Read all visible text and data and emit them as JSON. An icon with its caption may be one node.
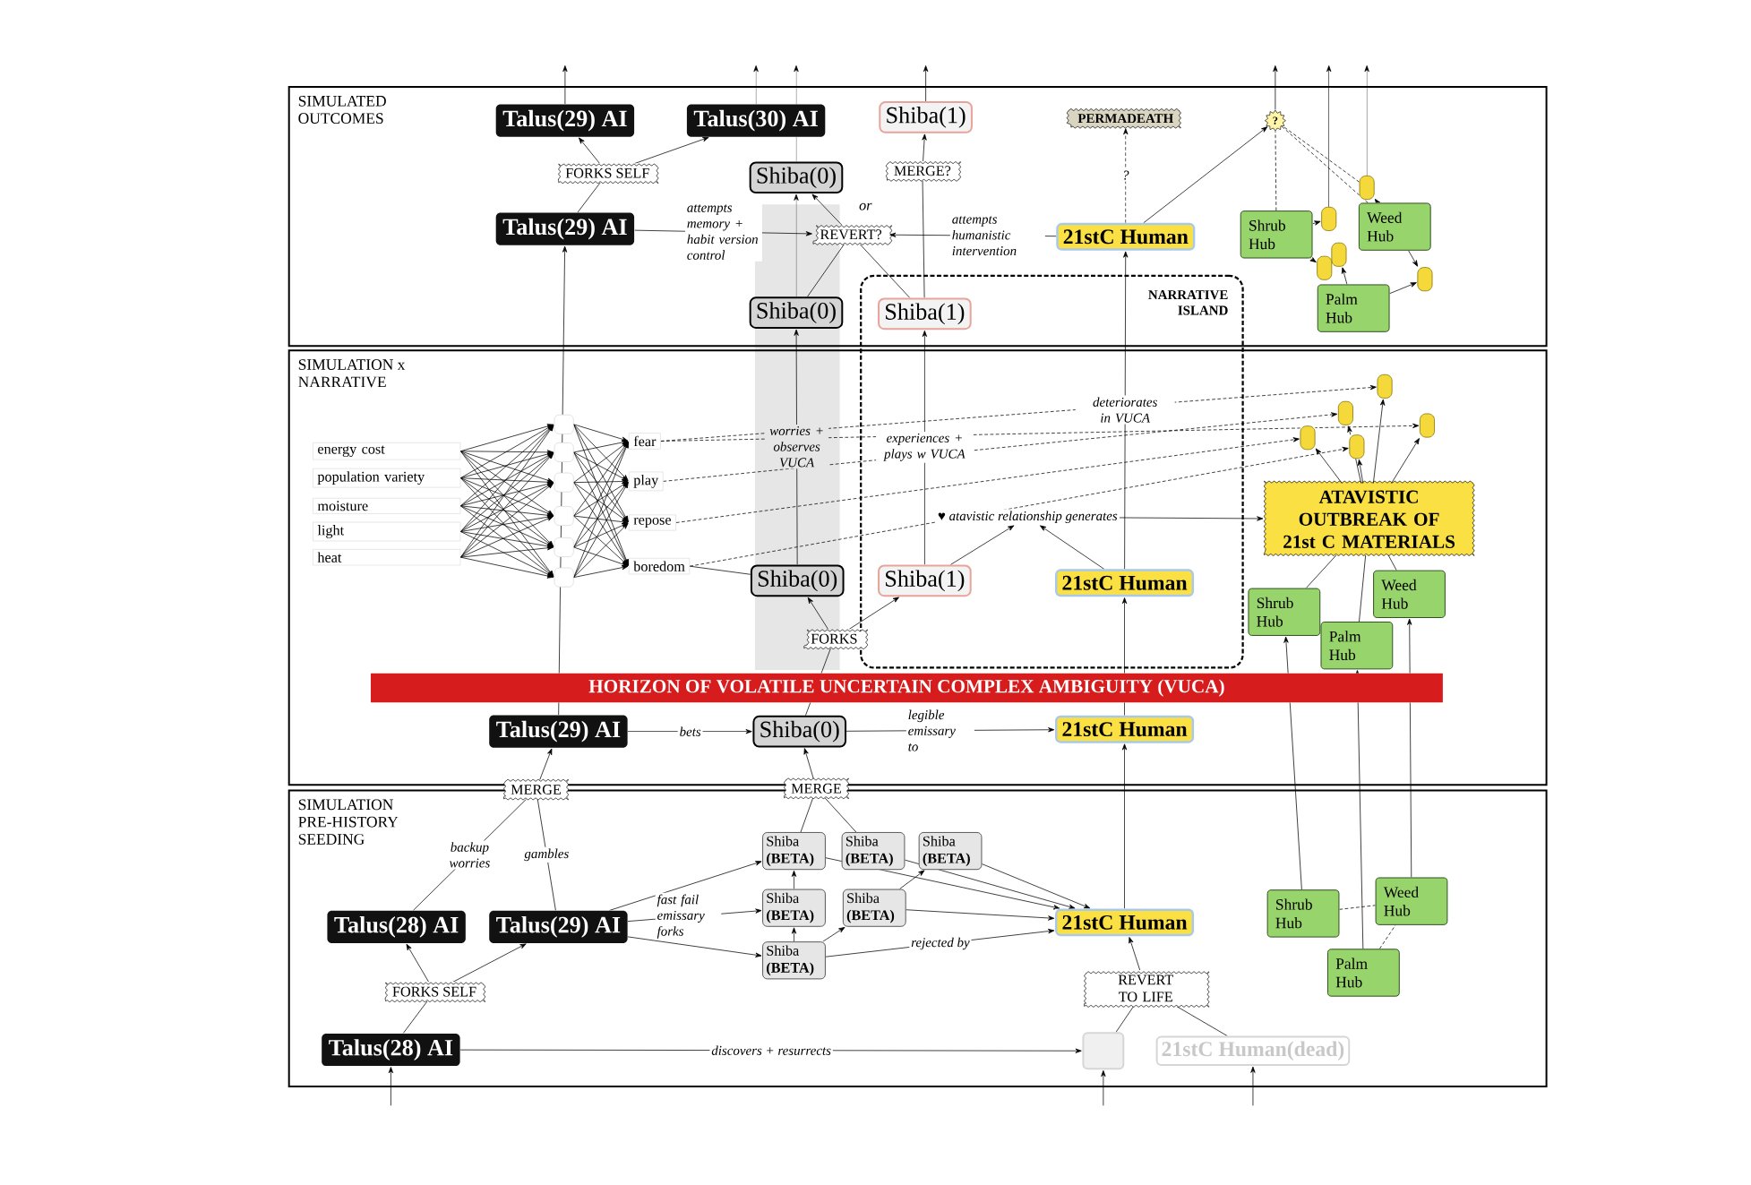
{
  "diagram": {
    "nodes": [
      {
        "text": [
          "SIMULATED OUTCOMES"
        ]
      },
      {
        "text": [
          "Talus(29) AI"
        ],
        "in": 0
      },
      {
        "text": [
          "Talus(30) AI"
        ],
        "in": 0
      },
      {
        "text": [
          "Shiba(1)"
        ],
        "in": 0
      },
      {
        "text": [
          "PERMADEATH"
        ],
        "in": 0
      },
      {
        "text": [
          "?"
        ],
        "in": 0
      },
      {
        "text": [
          "FORKS SELF"
        ],
        "in": 0
      },
      {
        "text": [
          "Shiba(0)"
        ],
        "in": 0
      },
      {
        "text": [
          "MERGE?"
        ],
        "in": 0
      },
      {
        "text": [
          "Talus(29) AI"
        ],
        "in": 0
      },
      {
        "text": [
          "REVERT?"
        ],
        "in": 0
      },
      {
        "text": [
          "21stC Human"
        ],
        "in": 0
      },
      {
        "text": [],
        "shape": "oval",
        "in": 0
      },
      {
        "text": [],
        "shape": "oval",
        "in": 0
      },
      {
        "text": [
          "Shrub Hub"
        ],
        "in": 0
      },
      {
        "text": [
          "Weed Hub"
        ],
        "in": 0
      },
      {
        "text": [],
        "shape": "oval",
        "in": 0
      },
      {
        "text": [],
        "shape": "oval",
        "in": 0
      },
      {
        "text": [],
        "shape": "oval",
        "in": 0
      },
      {
        "text": [
          "Palm Hub"
        ],
        "in": 0
      },
      {
        "text": [
          "Shiba(0)"
        ],
        "in": 0
      },
      {
        "text": [
          "NARRATIVE ISLAND"
        ]
      },
      {
        "text": [
          "Shiba(1)"
        ]
      },
      {
        "text": [
          "SIMULATION x NARRATIVE"
        ]
      },
      {
        "text": [],
        "shape": "oval",
        "in": 23
      },
      {
        "text": [],
        "shape": "oval",
        "in": 23
      },
      {
        "text": [],
        "shape": "oval",
        "in": 23
      },
      {
        "text": [],
        "shape": "oval",
        "in": 23
      },
      {
        "text": [],
        "shape": "oval",
        "in": 23
      },
      {
        "text": [],
        "shape": "box",
        "in": 23
      },
      {
        "text": [
          "energy cost"
        ],
        "in": 23
      },
      {
        "text": [
          "fear"
        ],
        "in": 23
      },
      {
        "text": [],
        "shape": "box",
        "in": 23
      },
      {
        "text": [
          "population variety"
        ],
        "in": 23
      },
      {
        "text": [
          "play"
        ],
        "in": 23
      },
      {
        "text": [],
        "shape": "box",
        "in": 23
      },
      {
        "text": [
          "moisture"
        ],
        "in": 23
      },
      {
        "text": [],
        "shape": "box",
        "in": 23
      },
      {
        "text": [
          "repose"
        ],
        "in": 23
      },
      {
        "text": [
          "light"
        ],
        "in": 23
      },
      {
        "text": [],
        "shape": "box",
        "in": 23
      },
      {
        "text": [
          "heat"
        ],
        "in": 23
      },
      {
        "text": [
          "boredom"
        ],
        "in": 23
      },
      {
        "text": [],
        "shape": "box",
        "in": 23
      },
      {
        "text": [
          "♥ atavistic relationship generates"
        ],
        "in": 21
      },
      {
        "text": [
          "ATAVISTIC OUTBREAK OF 21st C MATERIALS"
        ],
        "in": 23
      },
      {
        "text": [
          "Shiba(0)"
        ],
        "in": 23
      },
      {
        "text": [
          "Shiba(1)"
        ],
        "in": 21
      },
      {
        "text": [
          "21stC Human"
        ],
        "in": 21
      },
      {
        "text": [
          "Weed Hub"
        ],
        "in": 23
      },
      {
        "text": [
          "Shrub Hub"
        ],
        "in": 23
      },
      {
        "text": [
          "FORKS"
        ],
        "in": 23
      },
      {
        "text": [
          "Palm Hub"
        ],
        "in": 23
      },
      {
        "text": [
          "Talus(29) AI"
        ],
        "in": 23
      },
      {
        "text": [
          "Shiba(0)"
        ],
        "in": 23
      },
      {
        "text": [
          "21stC Human"
        ],
        "in": 23
      },
      {
        "text": [
          "MERGE"
        ]
      },
      {
        "text": [
          "MERGE"
        ]
      },
      {
        "text": [
          "SIMULATION PRE-HISTORY SEEDING"
        ]
      },
      {
        "text": [
          "Shiba **(BETA)**"
        ],
        "in": 58
      },
      {
        "text": [
          "Shiba **(BETA)**"
        ],
        "in": 58
      },
      {
        "text": [
          "Shiba **(BETA)**"
        ],
        "in": 58
      },
      {
        "text": [
          "Weed Hub"
        ],
        "in": 58
      },
      {
        "text": [
          "Shiba **(BETA)**"
        ],
        "in": 58
      },
      {
        "text": [
          "Shiba **(BETA)**"
        ],
        "in": 58
      },
      {
        "text": [
          "Shrub Hub"
        ],
        "in": 58
      },
      {
        "text": [
          "Talus(28) AI"
        ],
        "in": 58
      },
      {
        "text": [
          "Talus(29) AI"
        ],
        "in": 58
      },
      {
        "text": [
          "21stC Human"
        ],
        "in": 58
      },
      {
        "text": [
          "Shiba **(BETA)**"
        ],
        "in": 58
      },
      {
        "text": [
          "Palm Hub"
        ],
        "in": 58
      },
      {
        "text": [
          "REVERT TO LIFE"
        ],
        "in": 58
      },
      {
        "text": [
          "FORKS SELF"
        ],
        "in": 58
      },
      {
        "text": [
          "Talus(28) AI"
        ],
        "in": 58
      },
      {
        "text": [],
        "shape": "box",
        "in": 58
      },
      {
        "text": [
          "21stC Human(dead)"
        ],
        "in": 58
      }
    ],
    "edges": [
      {
        "from": 1,
        "to": null,
        "arrow": "to"
      },
      {
        "from": 2,
        "to": null,
        "arrow": "to"
      },
      {
        "from": 7,
        "to": null,
        "arrow": "to"
      },
      {
        "from": 3,
        "to": null,
        "arrow": "to"
      },
      {
        "from": 5,
        "to": null,
        "arrow": "to"
      },
      {
        "from": 13,
        "to": null,
        "arrow": "to"
      },
      {
        "from": 12,
        "to": null,
        "arrow": "to"
      },
      {
        "from": 9,
        "to": 6,
        "arrow": "none"
      },
      {
        "from": 6,
        "to": 1,
        "arrow": "to"
      },
      {
        "from": 6,
        "to": 2,
        "arrow": "to"
      },
      {
        "from": 9,
        "to": 10,
        "arrow": "to",
        "label": "attempts memory + habit version control"
      },
      {
        "from": 11,
        "to": 10,
        "arrow": "to",
        "label": "attempts humanistic intervention"
      },
      {
        "from": 10,
        "to": 7,
        "arrow": "to"
      },
      {
        "from": 20,
        "to": 10,
        "arrow": "none"
      },
      {
        "from": 22,
        "to": 10,
        "arrow": "none"
      },
      {
        "from": 20,
        "to": 7,
        "arrow": "to"
      },
      {
        "from": 22,
        "to": 8,
        "arrow": "none"
      },
      {
        "from": 8,
        "to": 3,
        "arrow": "to"
      },
      {
        "from": 11,
        "to": 4,
        "arrow": "to",
        "label": "?",
        "style": "dashed"
      },
      {
        "from": 11,
        "to": 5,
        "arrow": "to"
      },
      {
        "from": 12,
        "to": 5,
        "arrow": "none",
        "style": "dashed"
      },
      {
        "from": 14,
        "to": 5,
        "arrow": "none",
        "style": "dashed"
      },
      {
        "from": 15,
        "to": 5,
        "arrow": "none",
        "style": "dashed"
      },
      {
        "from": 14,
        "to": 13,
        "arrow": "to"
      },
      {
        "from": 14,
        "to": 17,
        "arrow": "to"
      },
      {
        "from": 15,
        "to": 12,
        "arrow": "to"
      },
      {
        "from": 15,
        "to": 18,
        "arrow": "to"
      },
      {
        "from": 19,
        "to": 16,
        "arrow": "to"
      },
      {
        "from": 19,
        "to": 18,
        "arrow": "to"
      },
      {
        "from": 53,
        "to": 9,
        "arrow": "to"
      },
      {
        "from": 46,
        "to": 20,
        "arrow": "to",
        "label": "worries + observes VUCA"
      },
      {
        "from": 47,
        "to": 22,
        "arrow": "to",
        "label": "experiences + plays w VUCA"
      },
      {
        "from": 48,
        "to": 11,
        "arrow": "to",
        "label": "deteriorates in VUCA"
      },
      {
        "from": 47,
        "to": 44,
        "arrow": "to"
      },
      {
        "from": 48,
        "to": 44,
        "arrow": "to"
      },
      {
        "from": 44,
        "to": 45,
        "arrow": "to"
      },
      {
        "from": 45,
        "to": 24,
        "arrow": "to"
      },
      {
        "from": 45,
        "to": 25,
        "arrow": "to"
      },
      {
        "from": 45,
        "to": 26,
        "arrow": "to"
      },
      {
        "from": 45,
        "to": 27,
        "arrow": "to"
      },
      {
        "from": 45,
        "to": 28,
        "arrow": "to"
      },
      {
        "from": 50,
        "to": 45,
        "arrow": "none"
      },
      {
        "from": 49,
        "to": 45,
        "arrow": "none"
      },
      {
        "from": 52,
        "to": 45,
        "arrow": "none"
      },
      {
        "from": 31,
        "to": 24,
        "arrow": "to",
        "style": "dashed"
      },
      {
        "from": 31,
        "to": 26,
        "arrow": "to",
        "style": "dashed"
      },
      {
        "from": 34,
        "to": 25,
        "arrow": "to",
        "style": "dashed"
      },
      {
        "from": 38,
        "to": 27,
        "arrow": "to",
        "style": "dashed"
      },
      {
        "from": 42,
        "to": 28,
        "arrow": "to",
        "style": "dashed"
      },
      {
        "from": 42,
        "to": 46,
        "arrow": "none"
      },
      {
        "from": 51,
        "to": 46,
        "arrow": "to"
      },
      {
        "from": 51,
        "to": 47,
        "arrow": "to"
      },
      {
        "from": 54,
        "to": 51,
        "arrow": "none"
      },
      {
        "from": 53,
        "to": 54,
        "arrow": "to",
        "label": "bets"
      },
      {
        "from": 54,
        "to": 55,
        "arrow": "to",
        "label": "legible emissary to"
      },
      {
        "from": 55,
        "to": 48,
        "arrow": "to"
      },
      {
        "from": 65,
        "to": 50,
        "arrow": "to"
      },
      {
        "from": 62,
        "to": 49,
        "arrow": "to"
      },
      {
        "from": 70,
        "to": 52,
        "arrow": "to"
      },
      {
        "from": 56,
        "to": 53,
        "arrow": "to"
      },
      {
        "from": 66,
        "to": 56,
        "arrow": "none",
        "label": "backup worries"
      },
      {
        "from": 67,
        "to": 56,
        "arrow": "none",
        "label": "gambles"
      },
      {
        "from": 59,
        "to": 57,
        "arrow": "none"
      },
      {
        "from": 60,
        "to": 57,
        "arrow": "none"
      },
      {
        "from": 57,
        "to": 54,
        "arrow": "to"
      },
      {
        "from": 67,
        "to": 59,
        "arrow": "to"
      },
      {
        "from": 67,
        "to": 63,
        "arrow": "to",
        "label": "fast fail emissary forks"
      },
      {
        "from": 67,
        "to": 69,
        "arrow": "to"
      },
      {
        "from": 59,
        "to": 68,
        "arrow": "to"
      },
      {
        "from": 60,
        "to": 68,
        "arrow": "to"
      },
      {
        "from": 61,
        "to": 68,
        "arrow": "to"
      },
      {
        "from": 64,
        "to": 68,
        "arrow": "to"
      },
      {
        "from": 69,
        "to": 68,
        "arrow": "to",
        "label": "rejected by"
      },
      {
        "from": 69,
        "to": 63,
        "arrow": "to"
      },
      {
        "from": 63,
        "to": 59,
        "arrow": "to"
      },
      {
        "from": 64,
        "to": 61,
        "arrow": "to"
      },
      {
        "from": 69,
        "to": 64,
        "arrow": "to"
      },
      {
        "from": 68,
        "to": 55,
        "arrow": "to"
      },
      {
        "from": 71,
        "to": 68,
        "arrow": "to"
      },
      {
        "from": 74,
        "to": 71,
        "arrow": "none"
      },
      {
        "from": 75,
        "to": 71,
        "arrow": "none"
      },
      {
        "from": 73,
        "to": 74,
        "arrow": "to",
        "label": "discovers + resurrects"
      },
      {
        "from": 73,
        "to": 72,
        "arrow": "none"
      },
      {
        "from": 72,
        "to": 66,
        "arrow": "to"
      },
      {
        "from": 72,
        "to": 67,
        "arrow": "to"
      },
      {
        "from": 65,
        "to": 62,
        "arrow": "none",
        "style": "dashed"
      },
      {
        "from": 70,
        "to": 62,
        "arrow": "none",
        "style": "dashed"
      },
      {
        "from": null,
        "to": 73,
        "arrow": "to"
      },
      {
        "from": null,
        "to": 74,
        "arrow": "to"
      },
      {
        "from": null,
        "to": 75,
        "arrow": "to"
      },
      {
        "from": 30,
        "to": 29,
        "arrow": "to"
      },
      {
        "from": 30,
        "to": 32,
        "arrow": "to"
      },
      {
        "from": 30,
        "to": 35,
        "arrow": "to"
      },
      {
        "from": 30,
        "to": 37,
        "arrow": "to"
      },
      {
        "from": 30,
        "to": 40,
        "arrow": "to"
      },
      {
        "from": 30,
        "to": 43,
        "arrow": "to"
      },
      {
        "from": 33,
        "to": 29,
        "arrow": "to"
      },
      {
        "from": 33,
        "to": 32,
        "arrow": "to"
      },
      {
        "from": 33,
        "to": 35,
        "arrow": "to"
      },
      {
        "from": 33,
        "to": 37,
        "arrow": "to"
      },
      {
        "from": 33,
        "to": 40,
        "arrow": "to"
      },
      {
        "from": 33,
        "to": 43,
        "arrow": "to"
      },
      {
        "from": 36,
        "to": 29,
        "arrow": "to"
      },
      {
        "from": 36,
        "to": 32,
        "arrow": "to"
      },
      {
        "from": 36,
        "to": 35,
        "arrow": "to"
      },
      {
        "from": 36,
        "to": 37,
        "arrow": "to"
      },
      {
        "from": 36,
        "to": 40,
        "arrow": "to"
      },
      {
        "from": 36,
        "to": 43,
        "arrow": "to"
      },
      {
        "from": 39,
        "to": 29,
        "arrow": "to"
      },
      {
        "from": 39,
        "to": 32,
        "arrow": "to"
      },
      {
        "from": 39,
        "to": 35,
        "arrow": "to"
      },
      {
        "from": 39,
        "to": 37,
        "arrow": "to"
      },
      {
        "from": 39,
        "to": 40,
        "arrow": "to"
      },
      {
        "from": 39,
        "to": 43,
        "arrow": "to"
      },
      {
        "from": 41,
        "to": 29,
        "arrow": "to"
      },
      {
        "from": 41,
        "to": 32,
        "arrow": "to"
      },
      {
        "from": 41,
        "to": 35,
        "arrow": "to"
      },
      {
        "from": 41,
        "to": 37,
        "arrow": "to"
      },
      {
        "from": 41,
        "to": 40,
        "arrow": "to"
      },
      {
        "from": 41,
        "to": 43,
        "arrow": "to"
      },
      {
        "from": 29,
        "to": 31,
        "arrow": "to"
      },
      {
        "from": 29,
        "to": 34,
        "arrow": "to"
      },
      {
        "from": 29,
        "to": 38,
        "arrow": "to"
      },
      {
        "from": 29,
        "to": 42,
        "arrow": "to"
      },
      {
        "from": 32,
        "to": 31,
        "arrow": "to"
      },
      {
        "from": 32,
        "to": 34,
        "arrow": "to"
      },
      {
        "from": 32,
        "to": 38,
        "arrow": "to"
      },
      {
        "from": 32,
        "to": 42,
        "arrow": "to"
      },
      {
        "from": 35,
        "to": 31,
        "arrow": "to"
      },
      {
        "from": 35,
        "to": 34,
        "arrow": "to"
      },
      {
        "from": 35,
        "to": 38,
        "arrow": "to"
      },
      {
        "from": 35,
        "to": 42,
        "arrow": "to"
      },
      {
        "from": 37,
        "to": 31,
        "arrow": "to"
      },
      {
        "from": 37,
        "to": 34,
        "arrow": "to"
      },
      {
        "from": 37,
        "to": 38,
        "arrow": "to"
      },
      {
        "from": 37,
        "to": 42,
        "arrow": "to"
      },
      {
        "from": 40,
        "to": 31,
        "arrow": "to"
      },
      {
        "from": 40,
        "to": 34,
        "arrow": "to"
      },
      {
        "from": 40,
        "to": 38,
        "arrow": "to"
      },
      {
        "from": 40,
        "to": 42,
        "arrow": "to"
      },
      {
        "from": 43,
        "to": 31,
        "arrow": "to"
      },
      {
        "from": 43,
        "to": 34,
        "arrow": "to"
      },
      {
        "from": 43,
        "to": 38,
        "arrow": "to"
      },
      {
        "from": 43,
        "to": 42,
        "arrow": "to"
      }
    ],
    "labels": [
      "or",
      "HORIZON OF VOLATILE UNCERTAIN COMPLEX AMBIGUITY (VUCA)"
    ]
  }
}
